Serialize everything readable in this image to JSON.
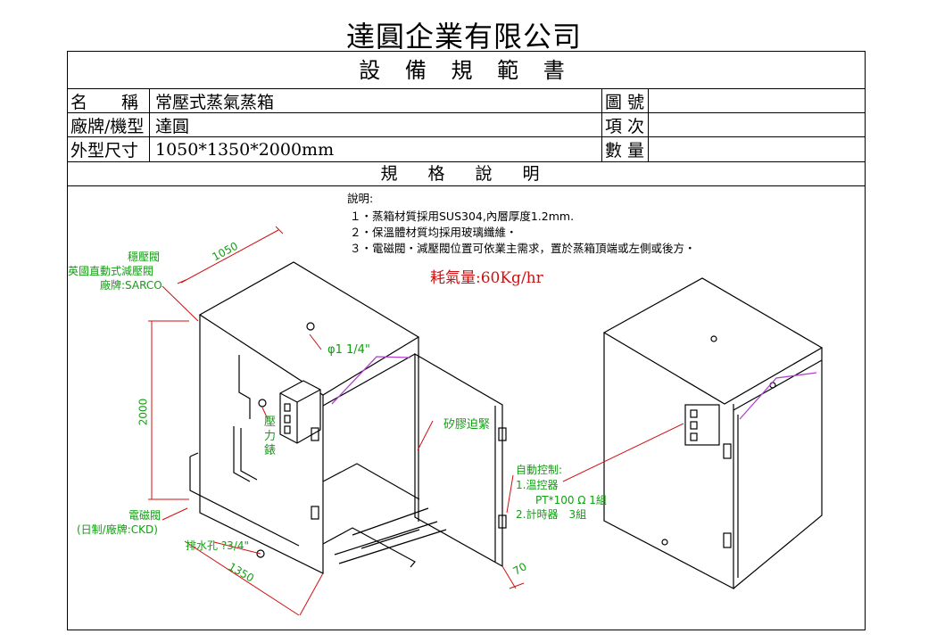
{
  "company": "達圓企業有限公司",
  "title": "設 備 規 範 書",
  "rows": {
    "name_label": "名　　稱",
    "name_value": "常壓式蒸氣蒸箱",
    "brand_label": "廠牌/機型",
    "brand_value": "達圓",
    "size_label": "外型尺寸",
    "size_value": "1050*1350*2000mm",
    "drawing_no_label": "圖 號",
    "item_label": "項 次",
    "qty_label": "數 量"
  },
  "spec_header": "規 格 說 明",
  "notes": {
    "heading": "說明:",
    "items": [
      "１・蒸箱材質採用SUS304,內層厚度1.2mm.",
      "２・保溫體材質均採用玻璃纖維・",
      "３・電磁閥・減壓閥位置可依業主需求，置於蒸箱頂端或左側或後方・"
    ],
    "steam": "耗氣量:60Kg/hr"
  },
  "callouts": {
    "valve1": "穩壓閥",
    "valve2": "英國直動式減壓閥",
    "valve3": "廠牌:SARCO",
    "dim_top": "1050",
    "dim_height": "2000",
    "dim_depth": "1350",
    "dim_door": "70",
    "pipe": "φ1 1/4\"",
    "gauge": [
      "壓",
      "力",
      "錶"
    ],
    "gasket": "矽膠迫緊",
    "solenoid1": "電磁閥",
    "solenoid2": "(日制/廠牌:CKD)",
    "drain": "排水孔 ?3/4\"",
    "control1": "自動控制:",
    "control2": "1.溫控器",
    "control3": "PT*100 Ω 1組",
    "control4": "2.計時器　3組"
  },
  "colors": {
    "line": "#000000",
    "callout": "#10a010",
    "leader": "#d01010",
    "accent": "#b040d0"
  }
}
